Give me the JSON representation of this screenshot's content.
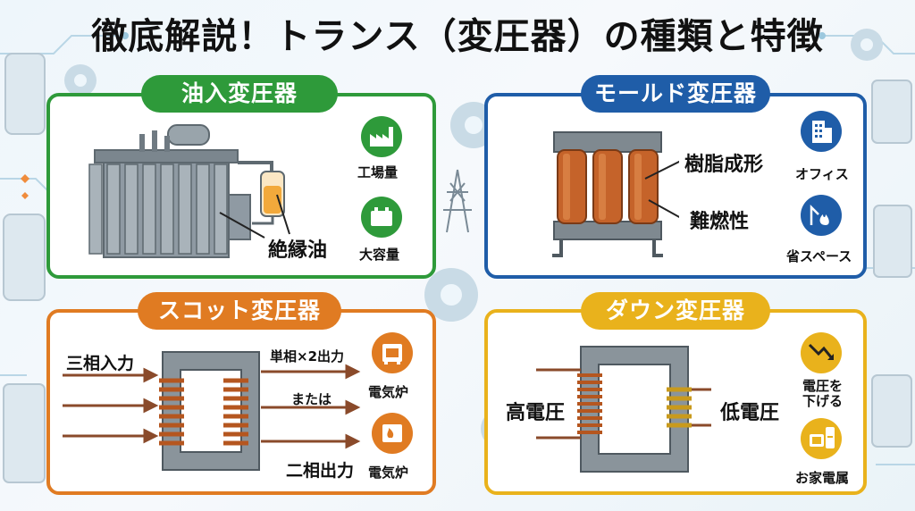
{
  "title": "徹底解説！トランス（変圧器）の種類と特徴",
  "panels": {
    "oil": {
      "heading": "油入変圧器",
      "callout": "絶縁油",
      "badges": [
        "工場量",
        "大容量"
      ]
    },
    "mold": {
      "heading": "モールド変圧器",
      "callouts": [
        "樹脂成形",
        "難燃性"
      ],
      "badges": [
        "オフィス",
        "省スペース"
      ]
    },
    "scott": {
      "heading": "スコット変圧器",
      "input_label": "三相入力",
      "output_label_1": "単相×2出力",
      "or_label": "または",
      "output_label_2": "二相出力",
      "badges": [
        "電気炉",
        "電気炉"
      ]
    },
    "down": {
      "heading": "ダウン変圧器",
      "left_label": "高電圧",
      "right_label": "低電圧",
      "badges": [
        "電圧を",
        "下げる",
        "お家電属"
      ]
    }
  },
  "colors": {
    "oil": "#2e9a3a",
    "mold": "#1f5da8",
    "scott": "#e07b22",
    "down": "#e9b21c"
  },
  "icons": [
    "factory-icon",
    "battery-icon",
    "office-building-icon",
    "fire-icon",
    "furnace-icon",
    "furnace-icon",
    "down-arrow-icon",
    "appliance-icon"
  ]
}
